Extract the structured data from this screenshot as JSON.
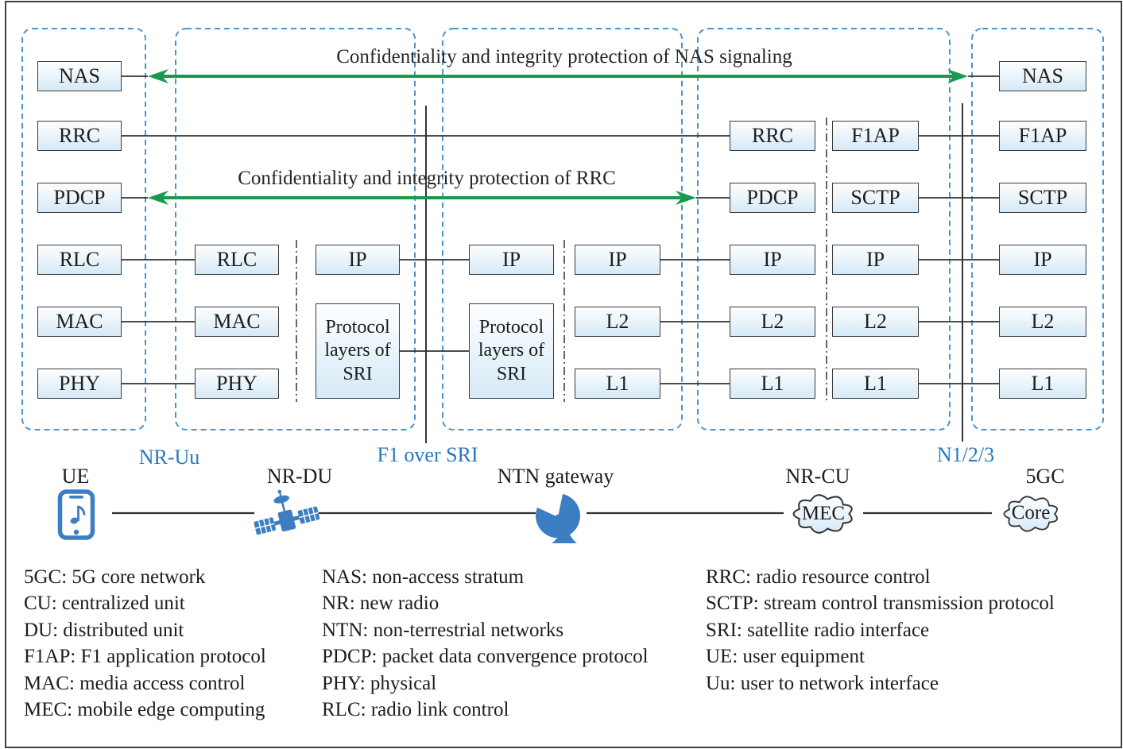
{
  "figure": {
    "type": "protocol-stack-diagram",
    "topic": "Protocol stacks of UE, NR-DU, NTN gateway, NR-CU and 5GC over satellite radio interface"
  },
  "annotations": {
    "nas_protection": "Confidentiality and integrity protection of NAS signaling",
    "rrc_protection": "Confidentiality and integrity protection of RRC"
  },
  "layers": {
    "ue": [
      "NAS",
      "RRC",
      "PDCP",
      "RLC",
      "MAC",
      "PHY"
    ],
    "nr_du_radio": [
      "RLC",
      "MAC",
      "PHY"
    ],
    "nr_du_feeder": [
      "IP",
      "Protocol layers of SRI"
    ],
    "ntn_gw_feeder": [
      "IP",
      "Protocol layers of SRI"
    ],
    "ntn_gw_transport": [
      "IP",
      "L2",
      "L1"
    ],
    "nr_cu_radio": [
      "RRC",
      "PDCP",
      "IP",
      "L2",
      "L1"
    ],
    "nr_cu_f1": [
      "F1AP",
      "SCTP",
      "IP",
      "L2",
      "L1"
    ],
    "core_5gc": [
      "NAS",
      "F1AP",
      "SCTP",
      "IP",
      "L2",
      "L1"
    ]
  },
  "interfaces": [
    {
      "label": "NR-Uu"
    },
    {
      "label": "F1 over SRI"
    },
    {
      "label": "N1/2/3"
    }
  ],
  "nodes": [
    {
      "label": "UE",
      "icon": "smartphone-icon"
    },
    {
      "label": "NR-DU",
      "icon": "satellite-icon"
    },
    {
      "label": "NTN gateway",
      "icon": "dish-antenna-icon"
    },
    {
      "label": "NR-CU",
      "icon": "mec-cloud-icon",
      "cloud_text": "MEC"
    },
    {
      "label": "5GC",
      "icon": "core-cloud-icon",
      "cloud_text": "Core"
    }
  ],
  "legend": {
    "col1": [
      "5GC: 5G core network",
      "CU: centralized unit",
      "DU: distributed unit",
      "F1AP: F1 application protocol",
      "MAC: media access control",
      "MEC: mobile edge computing"
    ],
    "col2": [
      "NAS: non-access stratum",
      "NR: new radio",
      "NTN: non-terrestrial networks",
      "PDCP: packet data convergence protocol",
      "PHY: physical",
      "RLC: radio link control"
    ],
    "col3": [
      "RRC: radio resource control",
      "SCTP: stream control transmission protocol",
      "SRI: satellite radio interface",
      "UE: user equipment",
      "Uu: user to network interface"
    ]
  },
  "colors": {
    "arrow_green": "#18994d",
    "interface_label_blue": "#2878be",
    "container_dash_blue": "#4d94cc",
    "icon_blue": "#3d7ec2",
    "box_border": "#3a3a3a",
    "box_fill_top": "#fbfdff",
    "box_fill_bottom": "#d5e9f7",
    "line_dark": "#333333"
  }
}
